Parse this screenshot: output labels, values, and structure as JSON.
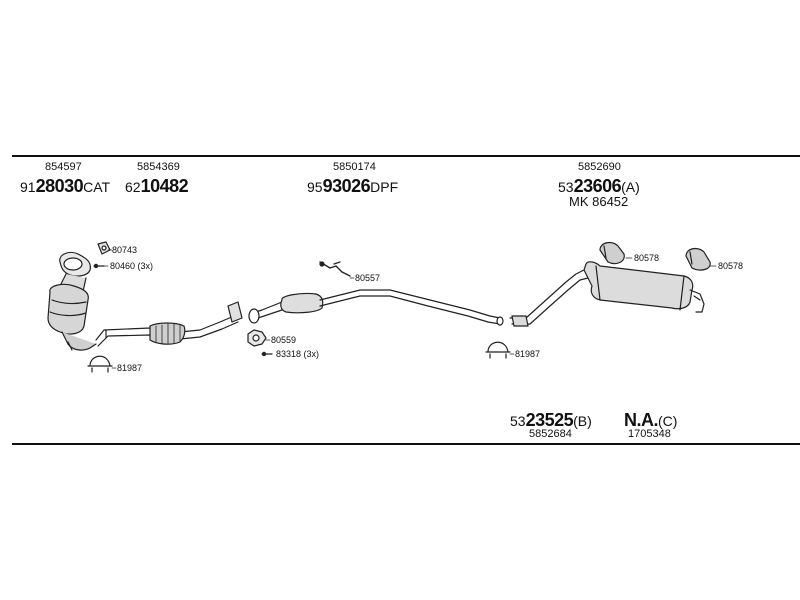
{
  "parts": {
    "catalytic_converter": {
      "oe_number": "854597",
      "code_prefix": "91",
      "code_main": "28030",
      "code_suffix": "CAT"
    },
    "front_pipe": {
      "oe_number": "5854369",
      "code_prefix": "62",
      "code_main": "10482",
      "code_suffix": ""
    },
    "dpf": {
      "oe_number": "5850174",
      "code_prefix": "95",
      "code_main": "93026",
      "code_suffix": "DPF"
    },
    "rear_silencer_a": {
      "oe_number": "5852690",
      "code_prefix": "53",
      "code_main": "23606",
      "code_suffix": "(A)",
      "kit": "MK  86452"
    },
    "rear_silencer_b": {
      "code_prefix": "53",
      "code_main": "23525",
      "code_suffix": "(B)",
      "oe_number": "5852684"
    },
    "option_c": {
      "code_main": "N.A.",
      "code_suffix": "(C)",
      "oe_number": "1705348"
    }
  },
  "fittings": {
    "gasket_top": "80743",
    "bolt_3x": "80460 (3x)",
    "clamp_front": "81987",
    "hanger_dpf": "80557",
    "gasket_mid": "80559",
    "bolt_mid_3x": "83318 (3x)",
    "clamp_rear": "81987",
    "rubber_mount_1": "80578",
    "rubber_mount_2": "80578"
  }
}
